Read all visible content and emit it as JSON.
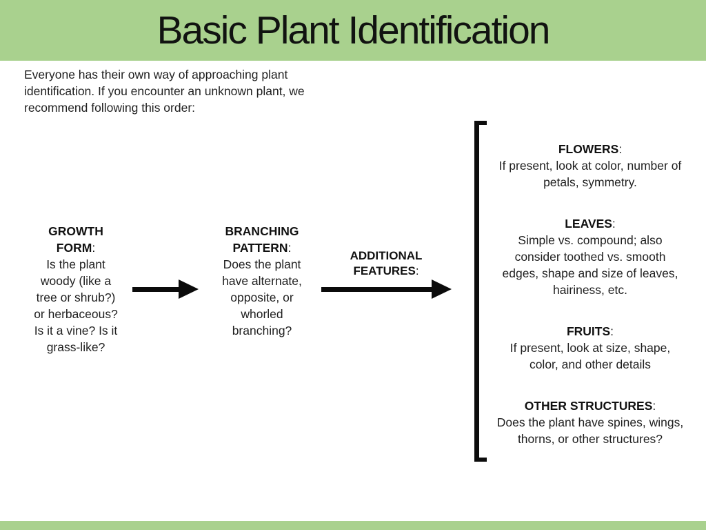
{
  "header": {
    "title": "Basic Plant Identification"
  },
  "intro": {
    "lines": [
      "Everyone has their own way of approaching plant",
      "identification. If you encounter an unknown plant, we",
      "recommend following this order:"
    ]
  },
  "flow": {
    "growth": {
      "title_line1": "GROWTH",
      "title_line2": "FORM",
      "colon": ":",
      "lines": [
        "Is the plant",
        "woody (like a",
        "tree or shrub?)",
        "or herbaceous?",
        "Is it a vine? Is it",
        "grass-like?"
      ]
    },
    "branching": {
      "title_line1": "BRANCHING",
      "title_line2": "PATTERN",
      "colon": ":",
      "lines": [
        "Does the plant",
        "have alternate,",
        "opposite, or",
        "whorled",
        "branching?"
      ]
    },
    "additional": {
      "title_line1": "ADDITIONAL",
      "title_line2": "FEATURES",
      "colon": ":"
    }
  },
  "categories": [
    {
      "name": "FLOWERS",
      "colon": ":",
      "lines": [
        "If present, look at color, number of",
        "petals, symmetry."
      ]
    },
    {
      "name": "LEAVES",
      "colon": ":",
      "lines": [
        "Simple vs. compound; also",
        "consider toothed vs. smooth",
        "edges, shape and size of leaves,",
        "hairiness, etc."
      ]
    },
    {
      "name": "FRUITS",
      "colon": ":",
      "lines": [
        "If present, look at size, shape,",
        "color, and other details"
      ]
    },
    {
      "name": "OTHER STRUCTURES",
      "colon": ":",
      "lines": [
        "Does the plant have spines, wings,",
        "thorns, or other structures?"
      ]
    }
  ],
  "colors": {
    "banner_green": "#a9d18e",
    "ink": "#0c0c0c",
    "text": "#1f1f1f"
  }
}
